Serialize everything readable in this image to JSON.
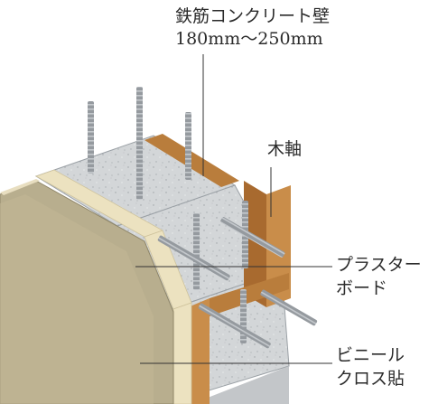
{
  "labels": {
    "concrete_wall_line1": "鉄筋コンクリート壁",
    "concrete_wall_line2": "180mm〜250mm",
    "wood_stud": "木軸",
    "plaster_board_line1": "プラスター",
    "plaster_board_line2": "ボード",
    "vinyl_cloth_line1": "ビニール",
    "vinyl_cloth_line2": "クロス貼"
  },
  "colors": {
    "concrete": "#c9ccce",
    "wood_face": "#c98d4a",
    "wood_side": "#a86a2f",
    "board_face": "#b8ae8e",
    "board_edge": "#ece2c0",
    "rebar": "#8d9196",
    "leader_line": "#333333"
  }
}
